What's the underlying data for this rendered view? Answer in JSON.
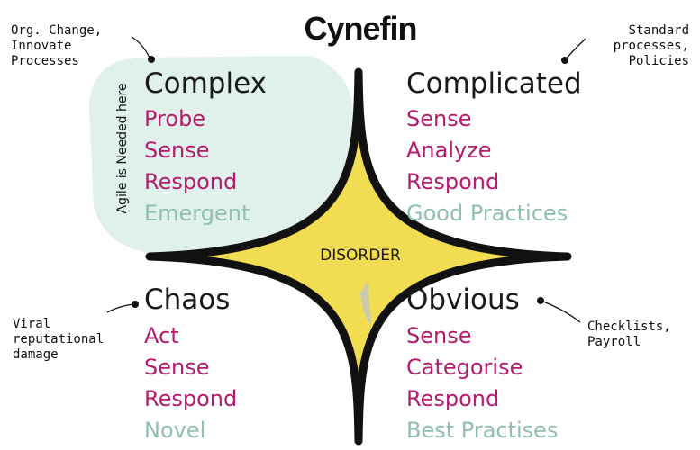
{
  "title": "Cynefin",
  "colors": {
    "domain_text": "#1a1a1a",
    "action_text": "#b51c6e",
    "practice_text": "#8fbfad",
    "agile_zone": "#dff1ea",
    "disorder_fill": "#f2dc52",
    "outline": "#111111"
  },
  "center_label": "DISORDER",
  "side_note": "Agile is Needed here",
  "quadrants": {
    "complex": {
      "name": "Complex",
      "steps": [
        "Probe",
        "Sense",
        "Respond"
      ],
      "practice": "Emergent"
    },
    "complicated": {
      "name": "Complicated",
      "steps": [
        "Sense",
        "Analyze",
        "Respond"
      ],
      "practice": "Good Practices"
    },
    "chaos": {
      "name": "Chaos",
      "steps": [
        "Act",
        "Sense",
        "Respond"
      ],
      "practice": "Novel"
    },
    "obvious": {
      "name": "Obvious",
      "steps": [
        "Sense",
        "Categorise",
        "Respond"
      ],
      "practice": "Best Practises"
    }
  },
  "annotations": {
    "complex": [
      "Org. Change,",
      "Innovate",
      "Processes"
    ],
    "complicated": [
      "Standard",
      "processes,",
      "Policies"
    ],
    "chaos": [
      "Viral",
      "reputational",
      "damage"
    ],
    "obvious": [
      "Checklists,",
      "Payroll"
    ]
  }
}
